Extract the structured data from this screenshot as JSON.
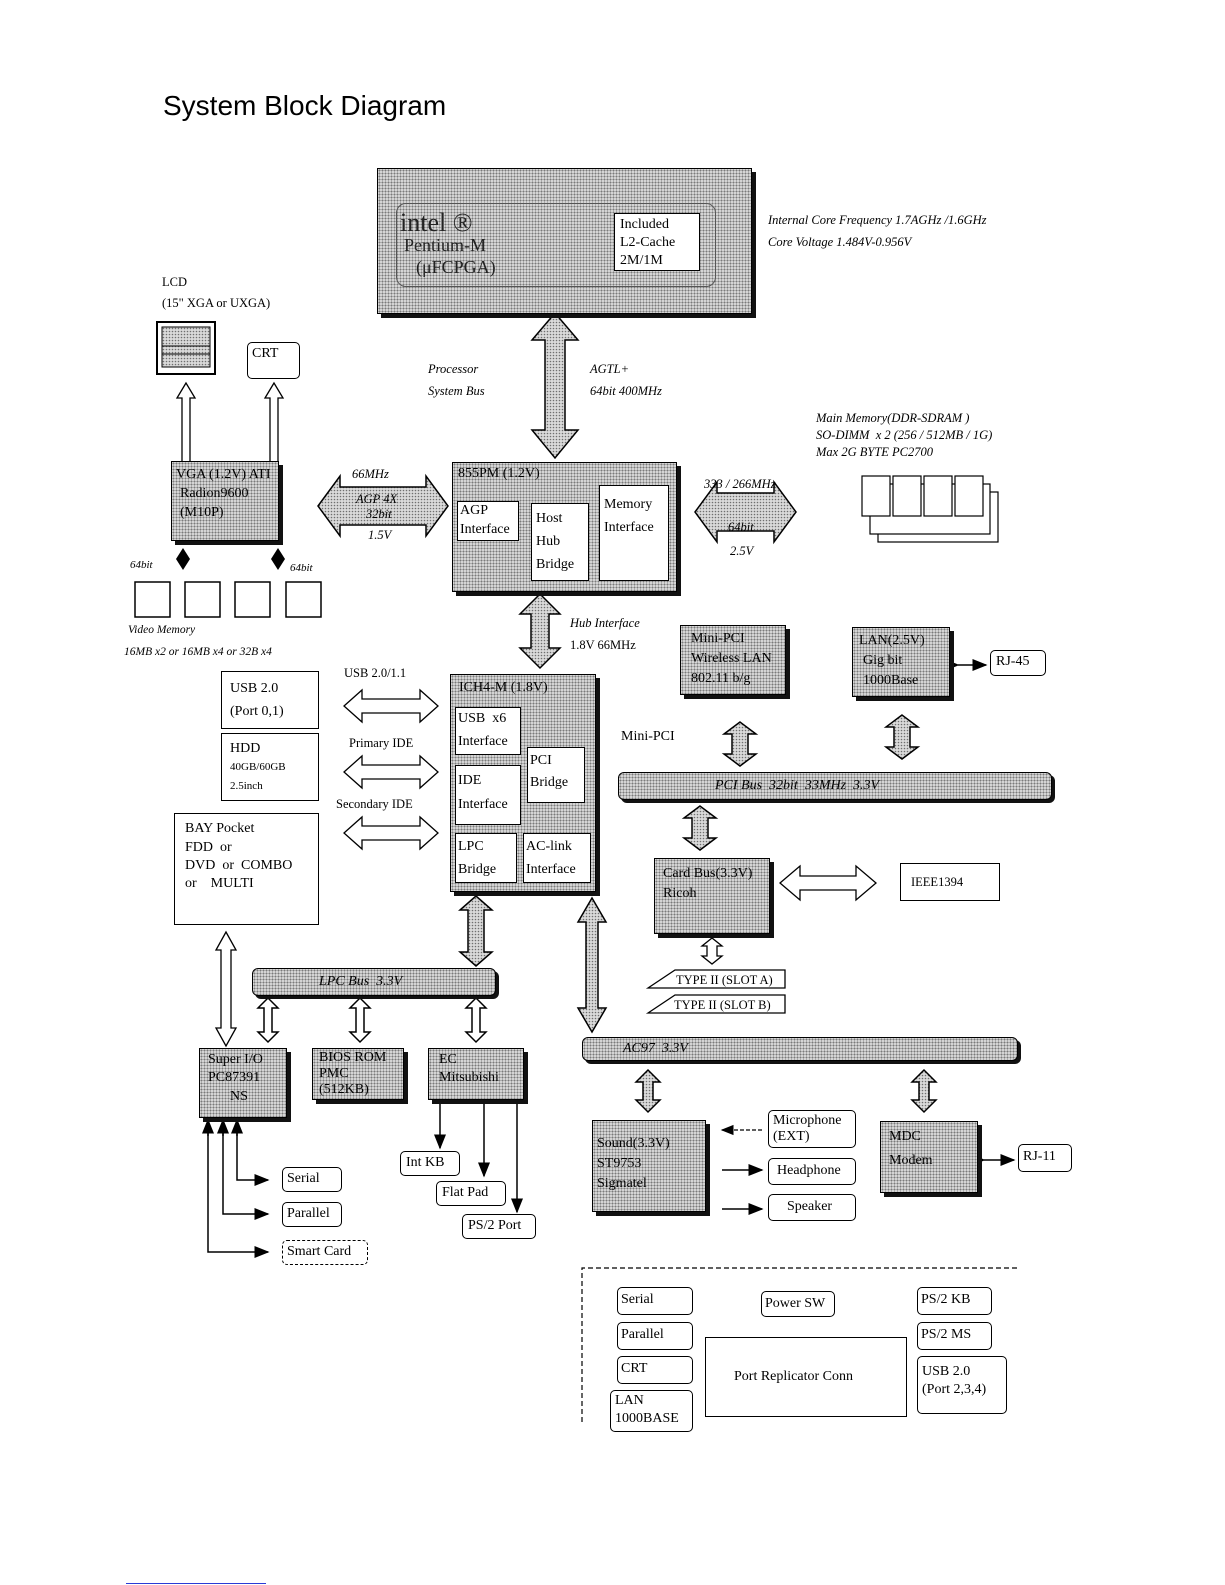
{
  "title": "System Block Diagram",
  "cpu": {
    "brand": "intel ®",
    "model": "Pentium-M",
    "package": "(μFCPGA)",
    "cache_line1": "Included",
    "cache_line2": "L2-Cache",
    "cache_line3": "2M/1M",
    "freq_note": "Internal Core Frequency 1.7AGHz /1.6GHz",
    "voltage_note": "Core Voltage 1.484V-0.956V"
  },
  "fsb": {
    "label1": "Processor",
    "label2": "System Bus",
    "spec1": "AGTL+",
    "spec2": "64bit 400MHz"
  },
  "lcd": {
    "line1": "LCD",
    "line2": "(15\" XGA or UXGA)"
  },
  "crt": "CRT",
  "vga": {
    "line1": "VGA (1.2V) ATI",
    "line2": "Radion9600",
    "line3": "(M10P)"
  },
  "agp_bus": {
    "freq": "66MHz",
    "line1": "AGP 4X",
    "line2": "32bit",
    "volt": "1.5V"
  },
  "mch": {
    "title": "855PM (1.2V)",
    "agp1": "AGP",
    "agp2": "Interface",
    "hub1": "Host",
    "hub2": "Hub",
    "hub3": "Bridge",
    "mem1": "Memory",
    "mem2": "Interface"
  },
  "mem_bus": {
    "freq": "333 / 266MHz",
    "width": "64bit",
    "volt": "2.5V"
  },
  "main_memory": {
    "line1": "Main Memory(DDR-SDRAM )",
    "line2": "SO-DIMM  x 2 (256 / 512MB / 1G)",
    "line3": "Max 2G BYTE PC2700"
  },
  "video_memory": {
    "left_width": "64bit",
    "right_width": "64bit",
    "label": "Video Memory",
    "config": "16MB x2 or 16MB x4 or 32B x4"
  },
  "hub_interface": {
    "line1": "Hub Interface",
    "line2": "1.8V 66MHz"
  },
  "ich": {
    "title": "ICH4-M (1.8V)",
    "usb1": "USB  x6",
    "usb2": "Interface",
    "pci1": "PCI",
    "pci2": "Bridge",
    "ide1": "IDE",
    "ide2": "Interface",
    "lpc1": "LPC",
    "lpc2": "Bridge",
    "ac1": "AC-link",
    "ac2": "Interface"
  },
  "usb_port": {
    "line1": "USB 2.0",
    "line2": "(Port 0,1)",
    "link": "USB 2.0/1.1"
  },
  "hdd": {
    "line1": "HDD",
    "line2": "40GB/60GB",
    "line3": "2.5inch",
    "link": "Primary IDE"
  },
  "bay": {
    "line1": "BAY Pocket",
    "line2": "FDD  or",
    "line3": "DVD  or  COMBO",
    "line4": "or    MULTI",
    "link": "Secondary IDE"
  },
  "mini_pci": {
    "line1": "Mini-PCI",
    "line2": "Wireless LAN",
    "line3": "802.11 b/g",
    "link": "Mini-PCI"
  },
  "lan": {
    "line1": "LAN(2.5V)",
    "line2": "Gig bit",
    "line3": "1000Base",
    "port": "RJ-45"
  },
  "pci_bus": "PCI Bus  32bit  33MHz  3.3V",
  "cardbus": {
    "line1": "Card Bus(3.3V)",
    "line2": "Ricoh",
    "ieee": "IEEE1394",
    "slot_a": "TYPE II (SLOT A)",
    "slot_b": "TYPE II (SLOT B)"
  },
  "lpc_bus": "LPC Bus  3.3V",
  "superio": {
    "line1": "Super I/O",
    "line2": "PC87391",
    "line3": "NS"
  },
  "bios": {
    "line1": "BIOS ROM",
    "line2": "PMC",
    "line3": "(512KB)"
  },
  "ec": {
    "line1": "EC",
    "line2": "Mitsubishi"
  },
  "io_ports": {
    "serial": "Serial",
    "parallel": "Parallel",
    "smartcard": "Smart Card",
    "intkb": "Int KB",
    "flatpad": "Flat Pad",
    "ps2": "PS/2 Port"
  },
  "ac97_bus": "AC97  3.3V",
  "sound": {
    "line1": "Sound(3.3V)",
    "line2": "ST9753",
    "line3": "Sigmatel",
    "mic1": "Microphone",
    "mic2": "(EXT)",
    "headphone": "Headphone",
    "speaker": "Speaker"
  },
  "mdc": {
    "line1": "MDC",
    "line2": "Modem",
    "port": "RJ-11"
  },
  "replicator": {
    "serial": "Serial",
    "parallel": "Parallel",
    "crt": "CRT",
    "lan1": "LAN",
    "lan2": "1000BASE",
    "power": "Power SW",
    "ps2kb": "PS/2 KB",
    "ps2ms": "PS/2 MS",
    "usb1": "USB 2.0",
    "usb2": "(Port 2,3,4)",
    "conn": "Port Replicator Conn"
  }
}
